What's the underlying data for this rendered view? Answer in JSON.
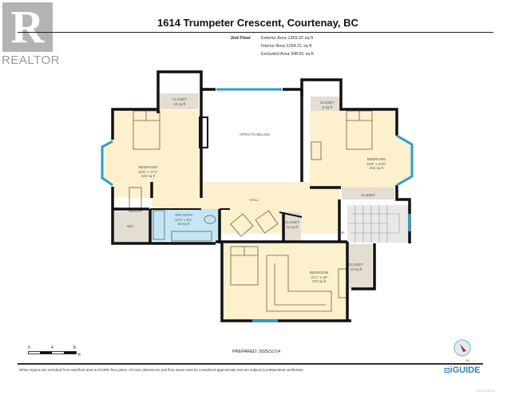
{
  "header": {
    "logo_text": "REALTOR",
    "logo_mark": "R",
    "title": "1614 Trumpeter Crescent, Courtenay, BC",
    "floor": "2nd Floor",
    "areas": [
      "Exterior Area 1365.02 sq ft",
      "Interior Area 1264.21 sq ft",
      "Excluded Area 348.81 sq ft"
    ]
  },
  "rooms": {
    "bedroom_left": {
      "name": "BEDROOM",
      "dims": "16'9\" x 17'1\"",
      "area": "243 sq ft"
    },
    "closet_left": {
      "name": "CLOSET",
      "area": "15 sq ft"
    },
    "wic": {
      "name": "WIC"
    },
    "bath": {
      "name": "4PC BATH",
      "dims": "12'1\" x 5'1\"",
      "area": "63 sq ft"
    },
    "open_to_below": {
      "name": "OPEN TO BELOW"
    },
    "hall": {
      "name": "HALL"
    },
    "closet_hall": {
      "name": "CLOSET",
      "area": "13 sq ft"
    },
    "closet_right_top": {
      "name": "CLOSET",
      "area": "8 sq ft"
    },
    "bedroom_right": {
      "name": "BEDROOM",
      "dims": "16'9\" x 13'5\"",
      "area": "210 sq ft"
    },
    "closet_right": {
      "name": "CLOSET"
    },
    "stairs": {
      "label": "DN"
    },
    "bedroom_bottom": {
      "name": "BEDROOM",
      "dims": "21'1\" x 19'",
      "area": "373 sq ft"
    },
    "closet_bottom": {
      "name": "CLOSET",
      "area": "13 sq ft"
    }
  },
  "scale": {
    "ticks": [
      "0",
      "4",
      "8"
    ],
    "unit": "ft"
  },
  "footer": {
    "prepared": "PREPARED: 2025/11/14",
    "disclaimer": "White regions are excluded from total floor area in iGUIDE floor plans. All room dimensions and floor areas must be considered approximate and are subject to independent verification.",
    "brand": "iGUIDE",
    "compass_label": "N",
    "mls_id": "MLS#1008256"
  },
  "colors": {
    "room_fill": "#fcf1cc",
    "bath_fill": "#c4e6f5",
    "closet_fill": "#e3ddd2",
    "window": "#2b9ed1",
    "wall": "#111111",
    "brand": "#2a82b8"
  }
}
